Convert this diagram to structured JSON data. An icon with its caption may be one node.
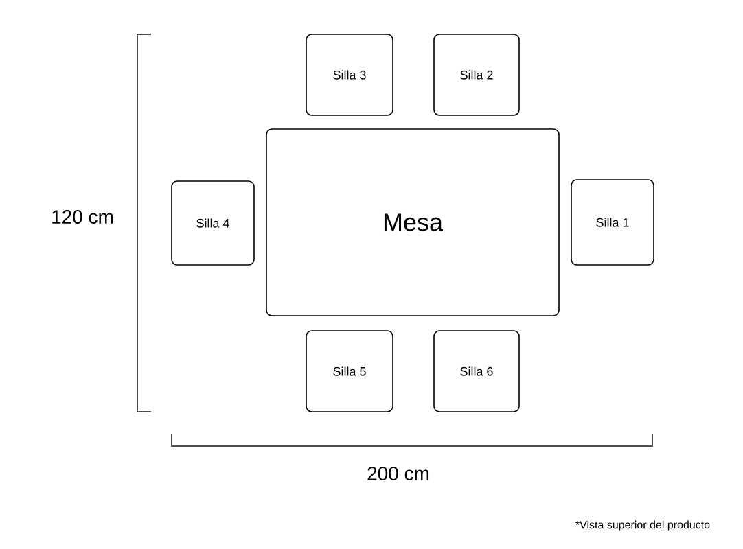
{
  "diagram": {
    "nodes": [
      {
        "text": [
          "Mesa"
        ]
      },
      {
        "text": [
          "Silla 3"
        ]
      },
      {
        "text": [
          "Silla 2"
        ]
      },
      {
        "text": [
          "Silla 4"
        ]
      },
      {
        "text": [
          "Silla 1"
        ]
      },
      {
        "text": [
          "Silla 5"
        ]
      },
      {
        "text": [
          "Silla 6"
        ]
      }
    ],
    "labels": [
      "120 cm",
      "200 cm",
      "*Vista superior del producto"
    ]
  }
}
